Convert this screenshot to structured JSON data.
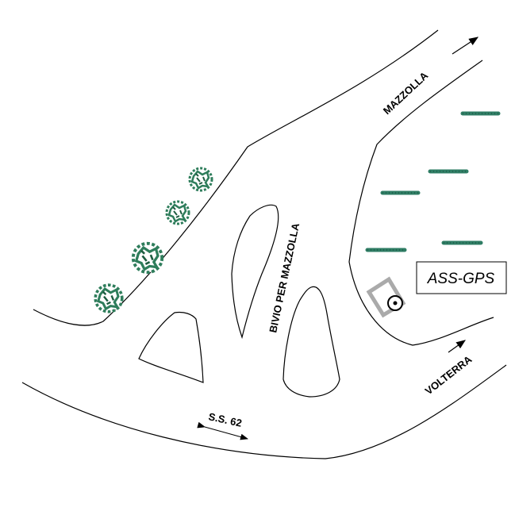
{
  "labels": {
    "mazzolla": "MAZZOLLA",
    "bivio": "BIVIO PER MAZZOLLA",
    "volterra": "VOLTERRA",
    "ss62": "S.S. 62",
    "station": "ASS-GPS"
  },
  "colors": {
    "tree": "#2e7d5b",
    "hedge": "#2f7d64",
    "building": "#aaaaaa"
  },
  "icons": {
    "trees": "tree-icon",
    "station": "gps-station-icon"
  }
}
